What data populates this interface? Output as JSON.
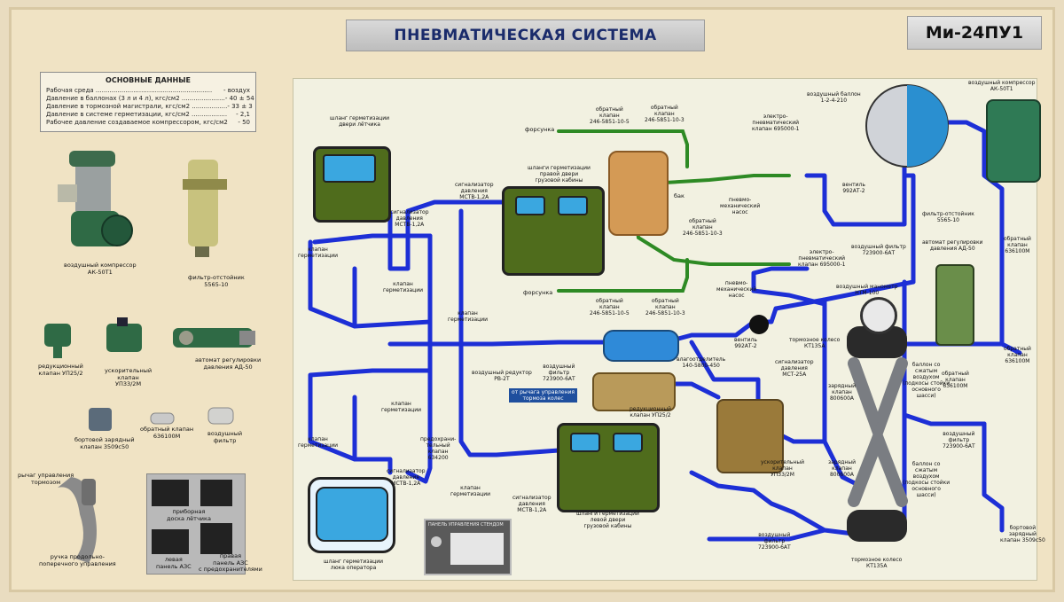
{
  "title": "ПНЕВМАТИЧЕСКАЯ СИСТЕМА",
  "model": "Ми-24ПУ1",
  "specs": {
    "heading": "ОСНОВНЫЕ ДАННЫЕ",
    "rows": [
      {
        "label": "Рабочая среда ...........................................................",
        "value": "- воздух"
      },
      {
        "label": "Давление в баллонах (3 л и 4 л), кгс/см2 ......................",
        "value": "- 40 ± 54"
      },
      {
        "label": "Давление в тормозной магистрали, кгс/см2 ..................",
        "value": "- 33 ± 3"
      },
      {
        "label": "Давление в системе герметизации, кгс/см2 ..................",
        "value": "- 2,1"
      },
      {
        "label": "Рабочее давление создаваемое компрессором, кгс/см2",
        "value": "- 50"
      }
    ]
  },
  "left_labels": {
    "compressor": "воздушный компрессор\nАК-50Т1",
    "filter_settler": "фильтр-отстойник\n5565-10",
    "reducing_valve": "редукционный\nклапан УП25/2",
    "accelerating_valve": "ускорительный\nклапан\nУП33/2М",
    "auto_pressure": "автомат регулировки\nдавления АД-50",
    "charging_valve": "бортовой зарядный\nклапан 3509с50",
    "check_valve": "обратный клапан\n636100М",
    "air_filter": "воздушный\nфильтр",
    "brake_lever": "рычаг управления\nтормозом",
    "control_handle": "ручка продольно-\nпоперечного управления",
    "pilot_board": "приборная\nдоска лётчика",
    "left_acz": "левая\nпанель АЗС",
    "right_acz": "правая\nпанель АЗС\nс предохранителями"
  },
  "diagram_labels": {
    "hose_pilot_door": "шланг герметизации\nдвери лётчика",
    "hose_operator_hatch": "шланг герметизации\nлюка оператора",
    "hoses_right_cargo": "шланги герметизации\nправой двери\nгрузовой кабины",
    "hoses_left_cargo": "шланги герметизации\nлевой двери\nгрузовой кабины",
    "pressure_switch_1": "сигнализатор\nдавления\nМСТВ-1,2А",
    "pressure_switch_2": "сигнализатор\nдавления\nМСТВ-1,2А",
    "pressure_switch_3": "сигнализатор\nдавления\nМСТВ-1,2А",
    "pressure_switch_4": "сигнализатор\nдавления\nМСТВ-1,2А",
    "pressure_switch_mst": "сигнализатор\nдавления\nМСТ-25А",
    "seal_valve_1": "клапан\nгерметизации",
    "seal_valve_2": "клапан\nгерметизации",
    "seal_valve_3": "клапан\nгерметизации",
    "seal_valve_4": "клапан\nгерметизации",
    "seal_valve_5": "клапан\nгерметизации",
    "seal_valve_6": "клапан\nгерметизации",
    "nozzle_top": "форсунка",
    "nozzle_bottom": "форсунка",
    "check_valve_top_1": "обратный\nклапан\n246-5851-10-5",
    "check_valve_top_2": "обратный\nклапан\n246-5851-10-3",
    "check_valve_bottom_1": "обратный\nклапан\n246-5851-10-5",
    "check_valve_bottom_2": "обратный\nклапан\n246-5851-10-3",
    "check_valve_mid": "обратный\nклапан\n246-5851-10-3",
    "tank": "бак",
    "electro_pneumo_valve_top": "электро-\nпневматический\nклапан 695000-1",
    "electro_pneumo_valve_bottom": "электро-\nпневматический\nклапан 695000-1",
    "pneumo_pump_top": "пневмо-\nмеханический\nнасос",
    "pneumo_pump_bottom": "пневмо-\nмеханический\nнасос",
    "air_cylinder": "воздушный баллон\n1-2-4-210",
    "tap_top": "вентиль\n992АТ-2",
    "tap_mid": "вентиль\n992АТ-2",
    "air_filter_top": "воздушный фильтр\n723900-6АТ",
    "filter_settler_r": "фильтр-отстойник\n5565-10",
    "compressor_r": "воздушный компрессор\nАК-50Т1",
    "auto_pressure_r": "автомат регулировки\nдавления АД-50",
    "check_valve_r1": "обратный\nклапан\n636100М",
    "check_valve_r2": "обратный\nклапан\n636100М",
    "check_valve_r3": "обратный\nклапан\n636100М",
    "air_manometer": "воздушный манометр\nНТМ-100",
    "brake_wheel_top": "тормозное колесо\nКТ135А",
    "brake_wheel_bottom": "тормозное колесо\nКТ135А",
    "moisture_separator": "влагоотделитель\n140-5800-450",
    "air_reducer": "воздушный редуктор\nРВ-2Т",
    "air_filter_mid": "воздушный\nфильтр\n723900-6АТ",
    "safety_valve": "предохрани-\nтельный\nклапан\n634200",
    "from_brake_lever": "от рычага управления\nтормоза колес",
    "reducing_valve_d": "редукционный\nклапан УП25/2",
    "accelerating_valve_d": "ускорительный\nклапан\nУП33/2М",
    "charging_valve_3": "зарядный\nклапан\n800600А",
    "charging_valve_4": "зарядный\nклапан\n800600А",
    "strut_cylinder_top": "баллон со\nсжатым\nвоздухом\n(подкосы стойки\nосновного\nшасси)",
    "strut_cylinder_bottom": "баллон со\nсжатым\nвоздухом\n(подкосы стойки\nосновного\nшасси)",
    "air_filter_r": "воздушный\nфильтр\n723900-6АТ",
    "air_filter_bottom": "воздушный\nфильтр\n723900-6АТ",
    "charging_valve_r": "бортовой\nзарядный\nклапан 3509с50",
    "control_panel": "ПАНЕЛЬ УПРАВЛЕНИЯ СТЕНДОМ"
  },
  "colors": {
    "pipe_blue": "#1d2fd6",
    "pipe_green": "#2e8a24",
    "cab_green": "#4f6c1c",
    "screen_blue": "#3aa7e0",
    "cylinder_blue": "#2a8fd0",
    "title_text": "#1a2b6b"
  }
}
